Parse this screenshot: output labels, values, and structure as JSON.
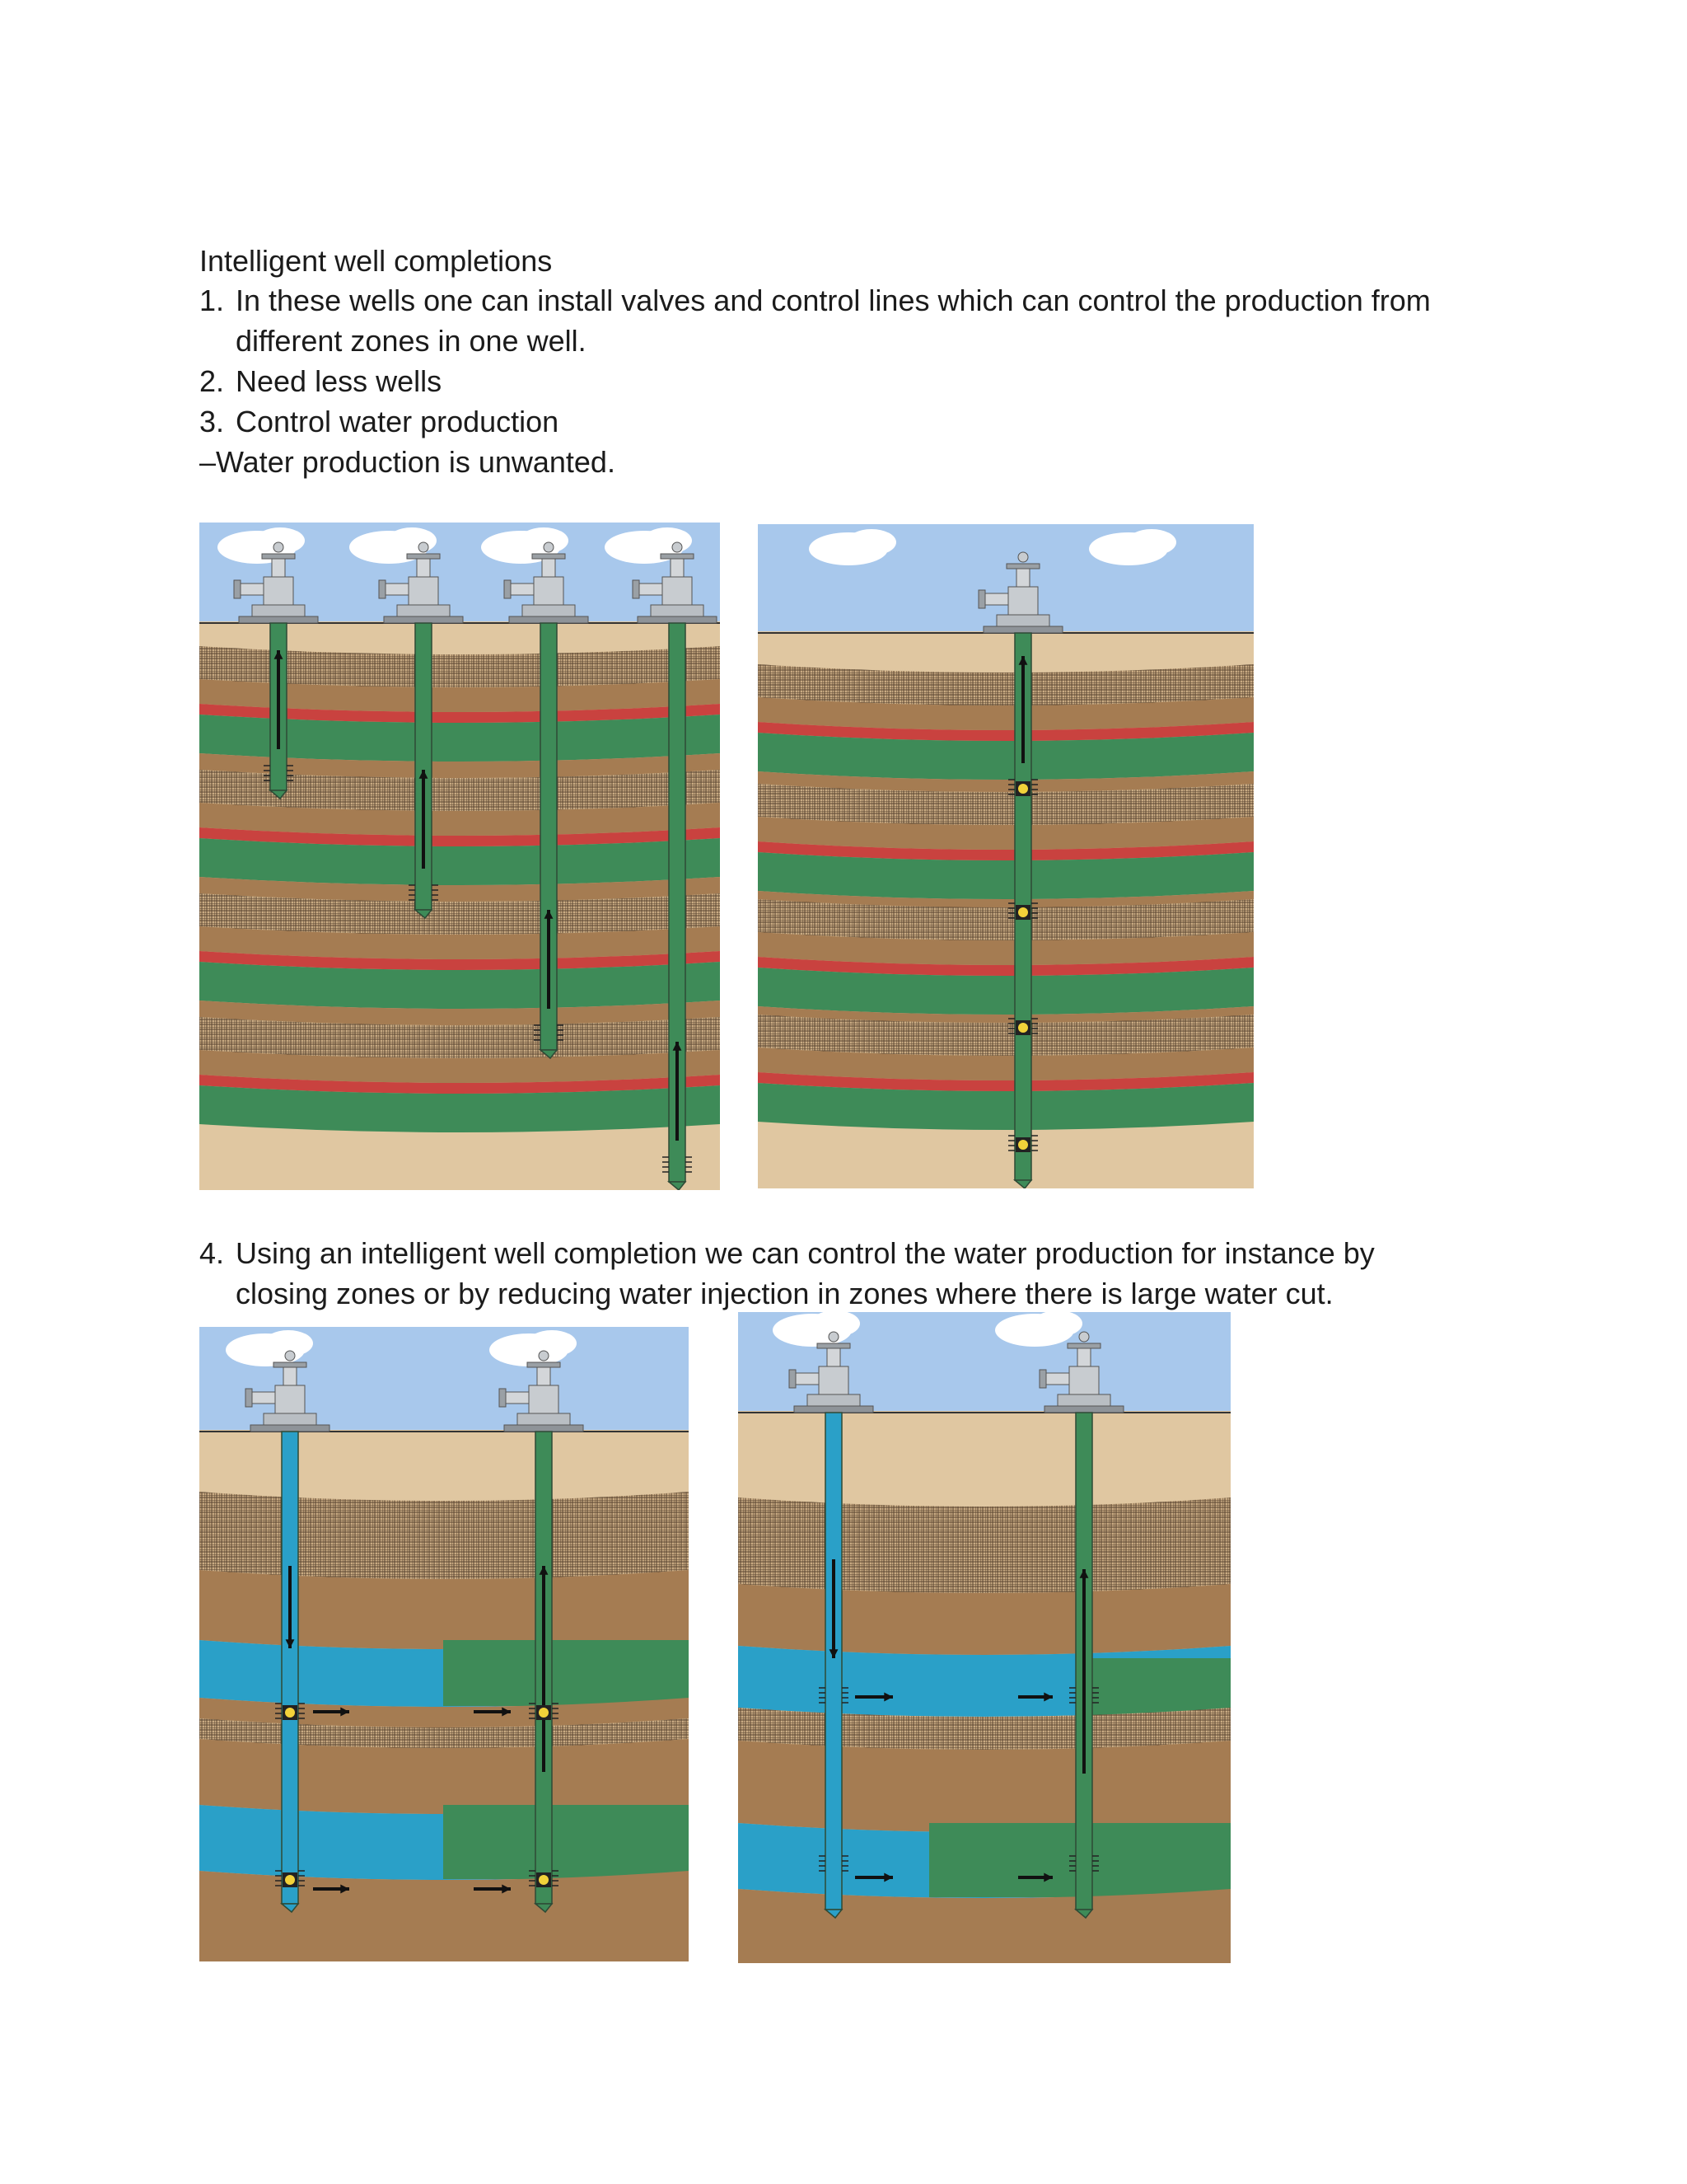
{
  "doc": {
    "heading": "Intelligent well completions",
    "items": [
      {
        "number": "1.",
        "lines": [
          "In these wells one can install valves and control  lines which can control the production  from",
          "different zones in one well."
        ]
      },
      {
        "number": "2.",
        "lines": [
          "Need less wells"
        ]
      },
      {
        "number": "3.",
        "lines": [
          "Control water production"
        ]
      }
    ],
    "note": "–Water production  is unwanted.",
    "item4": {
      "number": "4.",
      "lines": [
        "Using an intelligent well completion  we can control  the water production  for instance by",
        "closing zones or by reducing  water injection in zones where there is large water cut."
      ]
    }
  },
  "colors": {
    "sky": "#a8c8ec",
    "surface": "#e0c7a1",
    "shale": "#a57c52",
    "sand": "#8a6b44",
    "oil_zone": "#3e8b58",
    "gas_cap": "#c9423f",
    "water": "#2aa0c8",
    "pipe_green": "#3e8b58",
    "pipe_blue": "#2aa0c8"
  },
  "figures": [
    {
      "name": "multiple-wells-figure",
      "wells": 4
    },
    {
      "name": "single-intelligent-well-figure",
      "wells": 1,
      "valves": 4
    },
    {
      "name": "injection-valves-open-figure",
      "wells": 2,
      "valves": 4
    },
    {
      "name": "injection-valves-closed-figure",
      "wells": 2
    }
  ]
}
